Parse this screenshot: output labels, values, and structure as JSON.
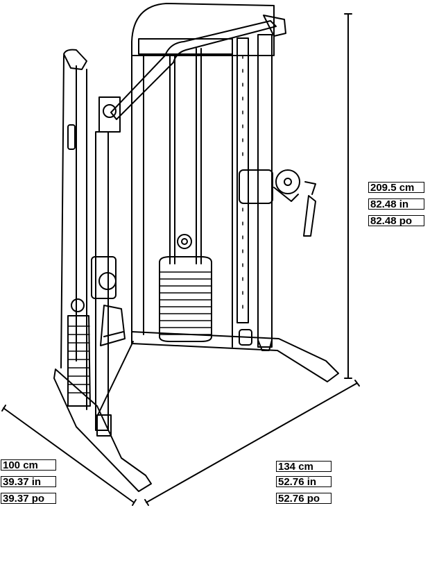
{
  "dimensions": {
    "height": {
      "metric": "209.5 cm",
      "imperial": "82.48 in",
      "french": "82.48 po"
    },
    "depth": {
      "metric": "100 cm",
      "imperial": "39.37 in",
      "french": "39.37 po"
    },
    "width": {
      "metric": "134 cm",
      "imperial": "52.76 in",
      "french": "52.76 po"
    }
  },
  "icons": {
    "machine": "functional-trainer-machine-icon"
  },
  "colors": {
    "line": "#000000",
    "background": "#ffffff"
  }
}
